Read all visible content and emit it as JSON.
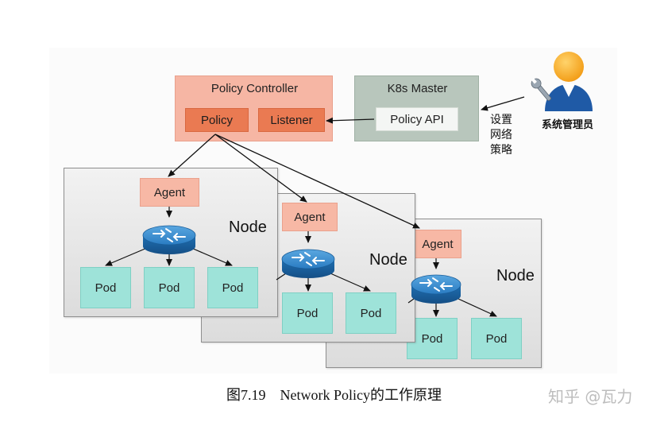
{
  "controller": {
    "title": "Policy Controller",
    "policy_label": "Policy",
    "listener_label": "Listener"
  },
  "master": {
    "title": "K8s Master",
    "api_label": "Policy API"
  },
  "admin": {
    "label": "系统管理员",
    "action_lines": [
      "设置",
      "网络",
      "策略"
    ]
  },
  "nodes": [
    {
      "label": "Node",
      "agent_label": "Agent",
      "pods": [
        "Pod",
        "Pod",
        "Pod"
      ]
    },
    {
      "label": "Node",
      "agent_label": "Agent",
      "pods": [
        "Pod",
        "Pod"
      ]
    },
    {
      "label": "Node",
      "agent_label": "Agent",
      "pods": [
        "Pod",
        "Pod"
      ]
    }
  ],
  "caption": "图7.19　Network Policy的工作原理",
  "watermark": "知乎 @瓦力",
  "colors": {
    "controller_bg": "#f6b6a4",
    "chip": "#ea7a52",
    "master_bg": "#b8c6bc",
    "pod": "#9ee3d9",
    "router": "#1f6fb2"
  }
}
